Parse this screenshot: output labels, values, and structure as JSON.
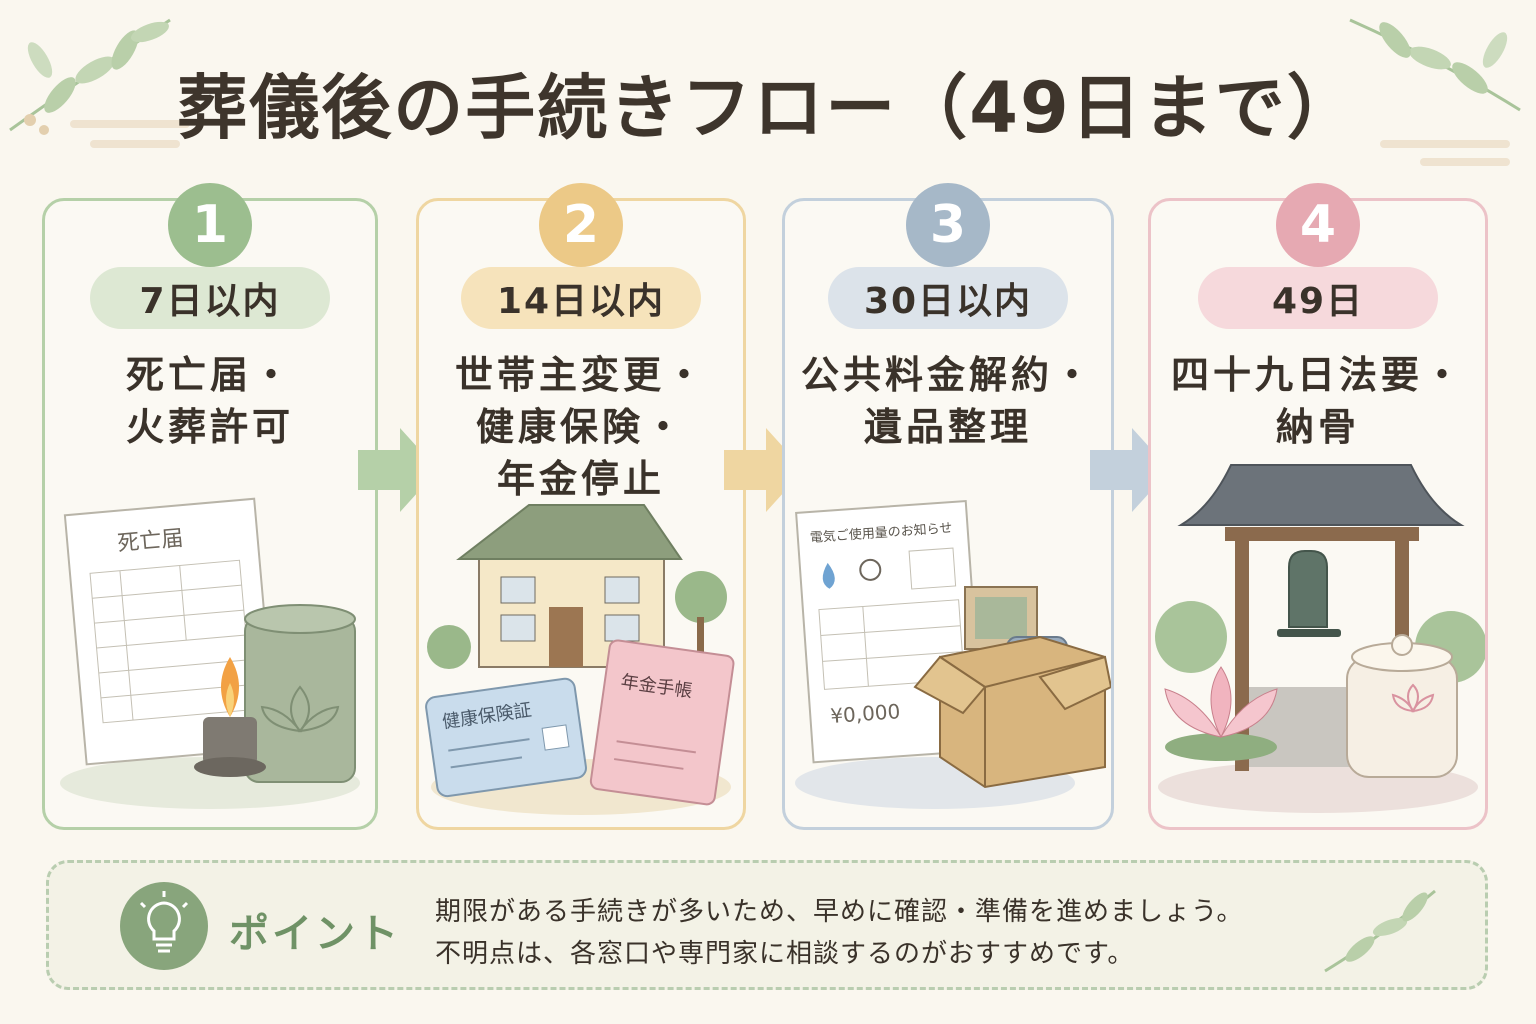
{
  "title": "葬儀後の手続きフロー（49日まで）",
  "steps": [
    {
      "number": "1",
      "period": "7日以内",
      "title_lines": [
        "死亡届・",
        "火葬許可"
      ],
      "form_label": "死亡届",
      "color": "#9cbe8f",
      "light": "#dde8d3",
      "border": "#b5d0a8"
    },
    {
      "number": "2",
      "period": "14日以内",
      "title_lines": [
        "世帯主変更・",
        "健康保険・",
        "年金停止"
      ],
      "card1_label": "健康保険証",
      "card2_label": "年金手帳",
      "color": "#ecc987",
      "light": "#f6e3bb",
      "border": "#efd6a1"
    },
    {
      "number": "3",
      "period": "30日以内",
      "title_lines": [
        "公共料金解約・",
        "遺品整理"
      ],
      "bill_label": "電気ご使用量のお知らせ",
      "bill_amount": "¥0,000",
      "color": "#a6b8c8",
      "light": "#dce3ea",
      "border": "#c3d0dc"
    },
    {
      "number": "4",
      "period": "49日",
      "title_lines": [
        "四十九日法要・",
        "納骨"
      ],
      "color": "#e6a9b2",
      "light": "#f6d9dc",
      "border": "#ecc3c8"
    }
  ],
  "point": {
    "label": "ポイント",
    "line1": "期限がある手続きが多いため、早めに確認・準備を進めましょう。",
    "line2": "不明点は、各窓口や専門家に相談するのがおすすめです。"
  }
}
